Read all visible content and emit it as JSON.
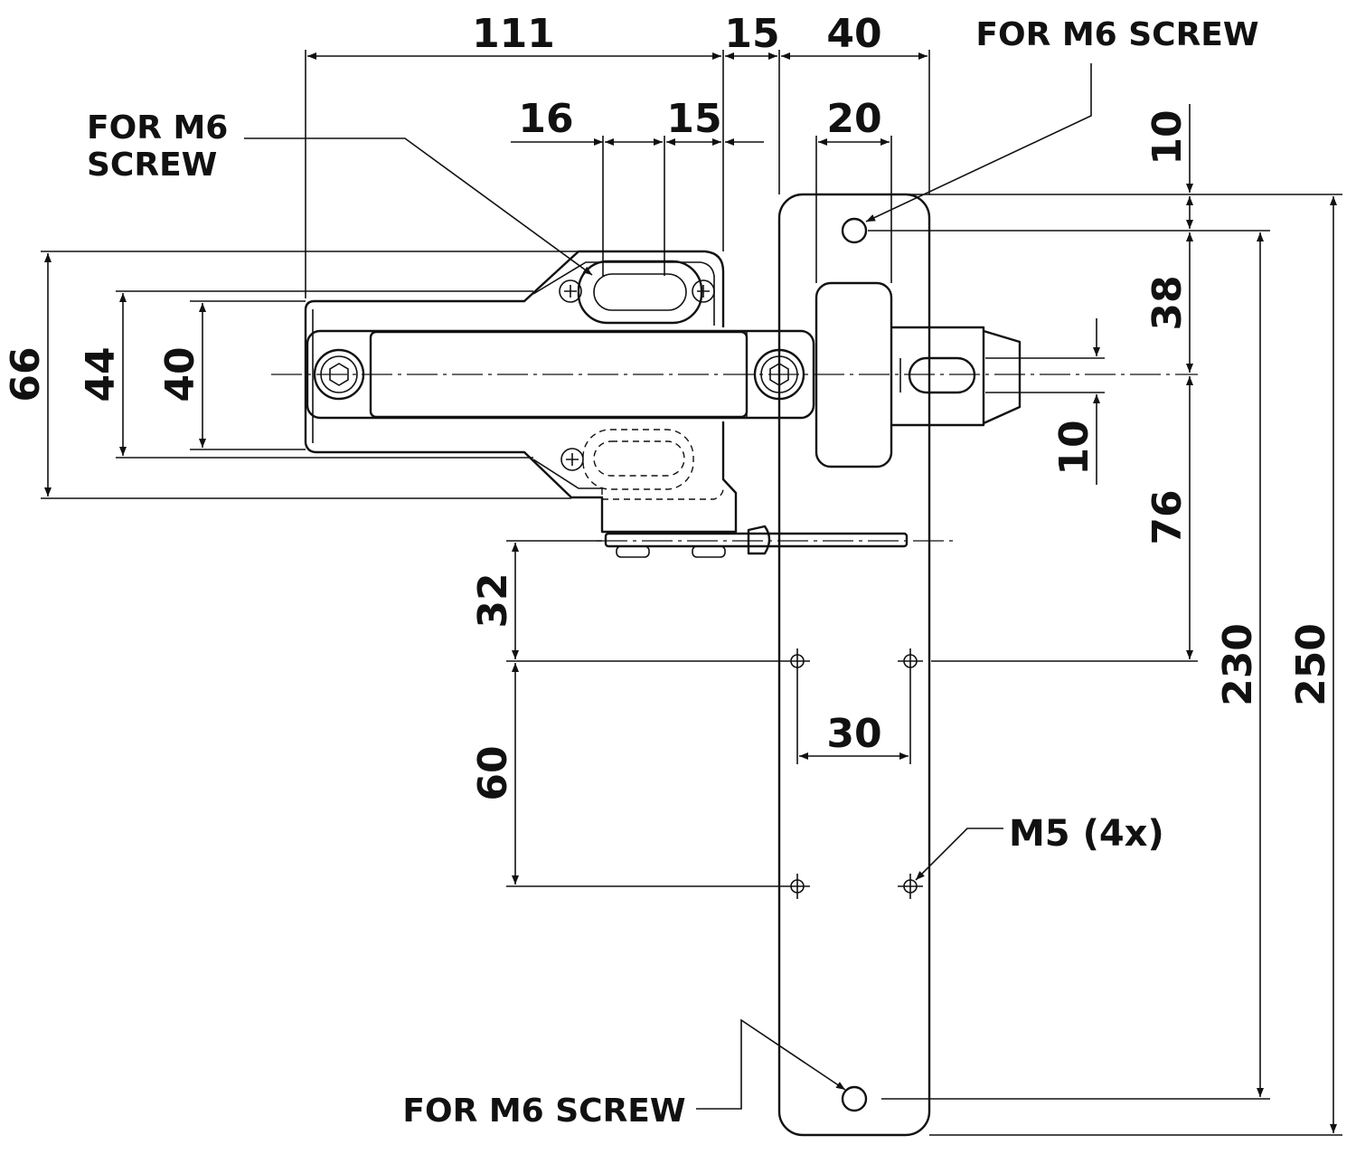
{
  "dimensions": {
    "d111": "111",
    "d15_top": "15",
    "d40_top": "40",
    "d16": "16",
    "d15_mid": "15",
    "d20": "20",
    "d10_top": "10",
    "d38": "38",
    "d10_right": "10",
    "d76": "76",
    "d230": "230",
    "d250": "250",
    "d66": "66",
    "d44": "44",
    "d40_left": "40",
    "d32": "32",
    "d60": "60",
    "d30": "30"
  },
  "labels": {
    "screw_top_right": "FOR M6 SCREW",
    "screw_left_line1": "FOR M6",
    "screw_left_line2": "SCREW",
    "screw_bottom": "FOR M6 SCREW",
    "m5": "M5 (4x)"
  }
}
